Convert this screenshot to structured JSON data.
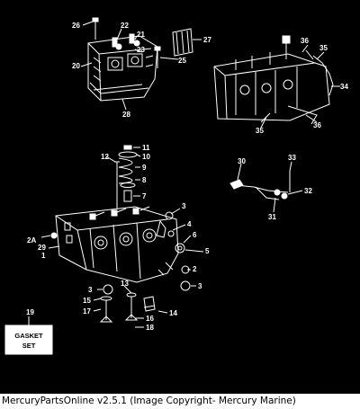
{
  "diagram": {
    "gasket_box": {
      "line1": "GASKET",
      "line2": "SET",
      "ref": "19"
    },
    "callouts": {
      "c26": "26",
      "c22": "22",
      "c21": "21",
      "c27": "27",
      "c23": "23",
      "c20": "20",
      "c25": "25",
      "c28": "28",
      "c36a": "36",
      "c35": "35",
      "c34": "34",
      "c36b": "36",
      "c35b": "35",
      "c11": "11",
      "c12": "12",
      "c10": "10",
      "c9": "9",
      "c8": "8",
      "c7": "7",
      "c30": "30",
      "c33": "33",
      "c32": "32",
      "c31": "31",
      "c3a": "3",
      "c4": "4",
      "c6": "6",
      "c5": "5",
      "c2": "2",
      "c3b": "3",
      "c3c": "3",
      "c2a": "2A",
      "c29": "29",
      "c1": "1",
      "c15": "15",
      "c17": "17",
      "c13": "13",
      "c14": "14",
      "c16": "16",
      "c18": "18"
    }
  },
  "footer": {
    "caption": "MercuryPartsOnline v2.5.1 (Image Copyright- Mercury Marine)"
  }
}
